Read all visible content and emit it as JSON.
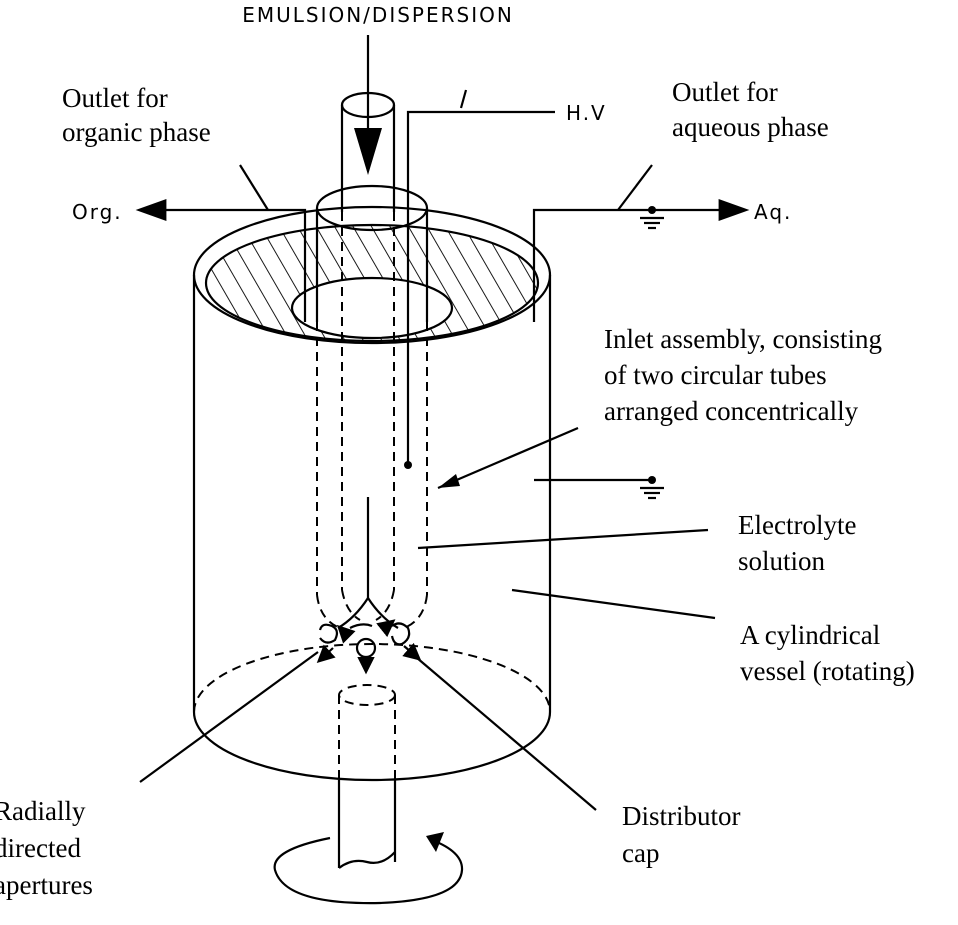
{
  "labels": {
    "top_input": "EMULSION/DISPERSION",
    "hv": "H.V",
    "org": "Org.",
    "aq": "Aq.",
    "outlet_org": [
      "Outlet for",
      "organic phase"
    ],
    "outlet_aq": [
      "Outlet for",
      "aqueous phase"
    ],
    "inlet_assembly": [
      "Inlet assembly, consisting",
      "of two circular tubes",
      "arranged concentrically"
    ],
    "electrolyte": [
      "Electrolyte",
      "solution"
    ],
    "vessel": [
      "A cylindrical",
      "vessel (rotating)"
    ],
    "apertures": [
      "Radially",
      "directed",
      "apertures"
    ],
    "distributor": [
      "Distributor",
      "cap"
    ]
  },
  "icons": {
    "ground": "ground-symbol-icon",
    "arrow": "flow-arrow-icon",
    "rotation": "rotation-arrow-icon"
  },
  "colors": {
    "ink": "#000000",
    "paper": "#ffffff"
  }
}
